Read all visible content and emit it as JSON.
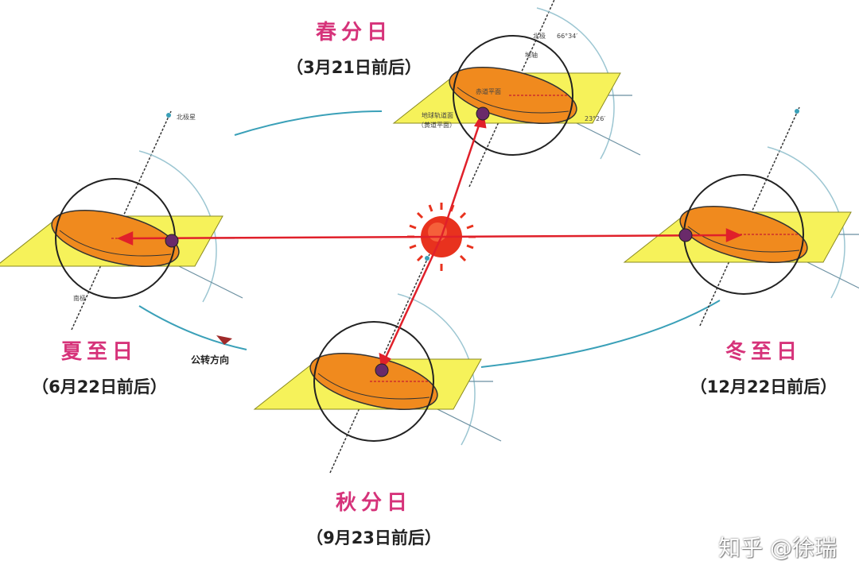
{
  "seasons": {
    "spring": {
      "name": "春分日",
      "date": "（3月21日前后）"
    },
    "summer": {
      "name": "夏至日",
      "date": "（6月22日前后）"
    },
    "autumn": {
      "name": "秋分日",
      "date": "（9月23日前后）"
    },
    "winter": {
      "name": "冬至日",
      "date": "（12月22日前后）"
    }
  },
  "globe_labels": {
    "pole_star": "北极星",
    "north_pole": "北极",
    "arctic_angle": "66°34′",
    "axis": "地轴",
    "equator_plane": "赤道平面",
    "orbit_plane": "地球轨道面",
    "ecliptic_plane": "（黄道平面）",
    "tilt_angle": "23°26′",
    "south_pole": "南极"
  },
  "orbit_direction": "公转方向",
  "watermark": "知乎 @徐瑞",
  "colors": {
    "title": "#d6337a",
    "plane": "#f6f25a",
    "equator": "#f08a1e",
    "arrow": "#e0202a",
    "orbit": "#3aa0b8",
    "earth_dot": "#6a2a6a",
    "sun": "#e8321e"
  }
}
